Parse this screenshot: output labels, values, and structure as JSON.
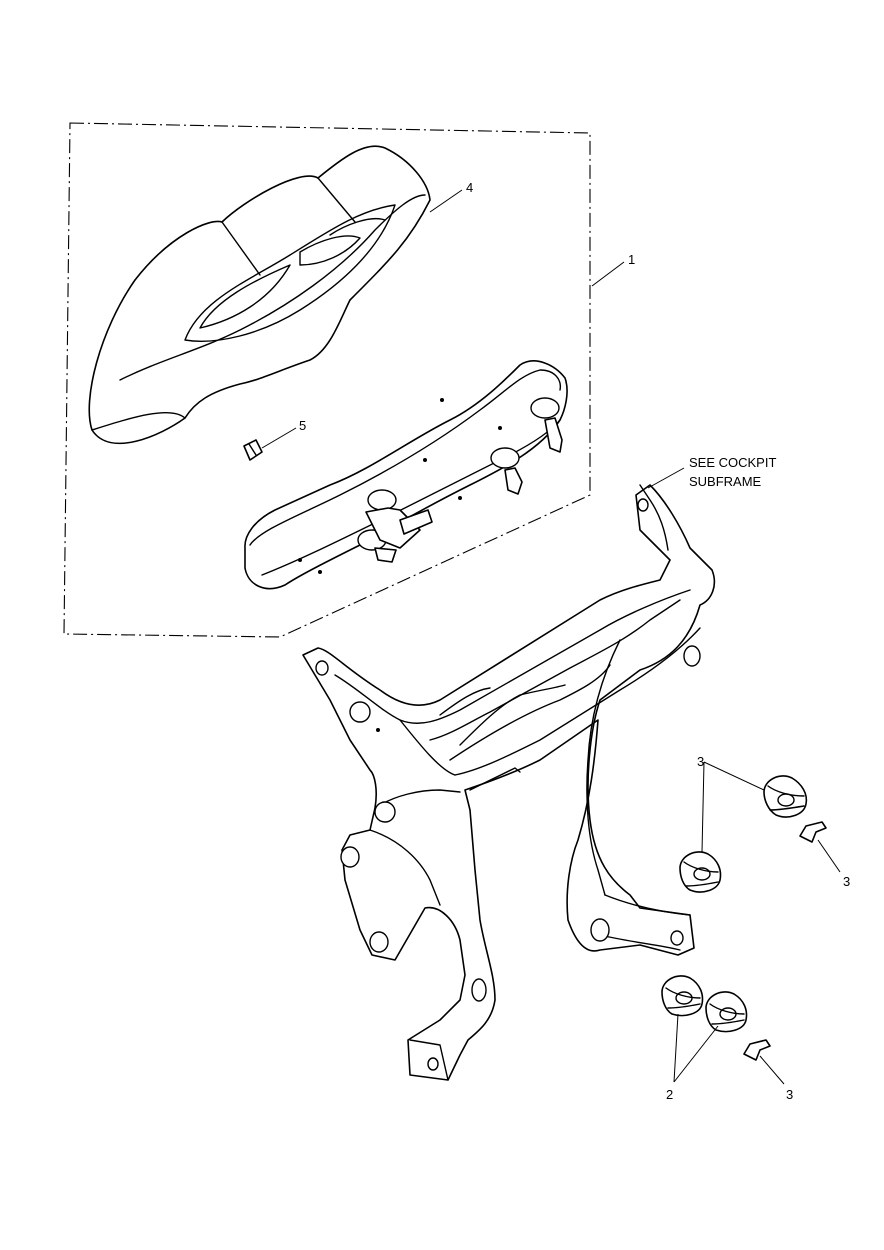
{
  "callouts": {
    "c1": "1",
    "c4": "4",
    "c5": "5",
    "c2": "2",
    "c3a": "3",
    "c3b": "3",
    "c3c": "3"
  },
  "note": {
    "line1": "SEE COCKPIT",
    "line2": "SUBFRAME"
  }
}
